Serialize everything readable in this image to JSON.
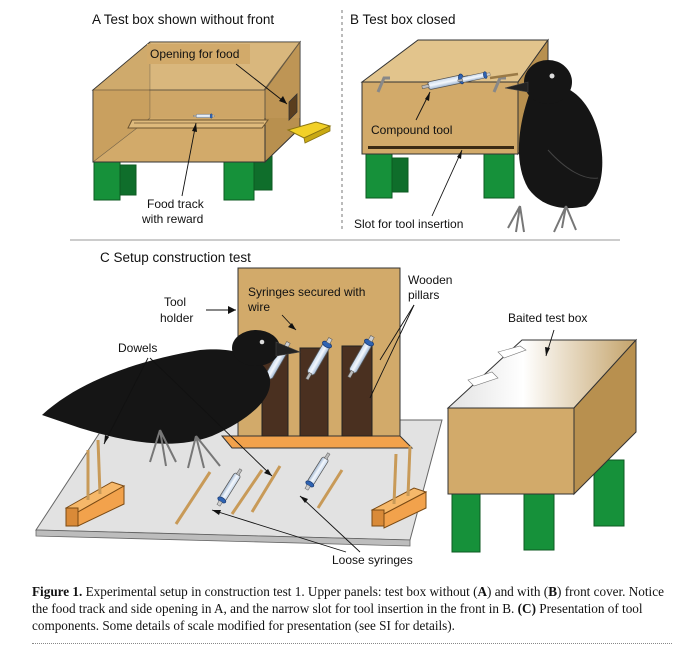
{
  "panels": {
    "a_title": "A Test box shown without front",
    "b_title": "B Test box closed",
    "c_title": "C Setup construction test"
  },
  "labels": {
    "opening_for_food": "Opening for food",
    "food_track_1": "Food track",
    "food_track_2": "with reward",
    "compound_tool": "Compound tool",
    "slot_for_tool": "Slot for tool insertion",
    "syringes_secured_1": "Syringes secured with",
    "syringes_secured_2": "wire",
    "wooden_pillars_1": "Wooden",
    "wooden_pillars_2": "pillars",
    "tool_holder_1": "Tool",
    "tool_holder_2": "holder",
    "baited_test_box": "Baited test box",
    "dowels": "Dowels",
    "loose_syringes": "Loose syringes"
  },
  "caption": {
    "fig_label": "Figure 1.",
    "t1": " Experimental setup in construction test 1. Upper panels: test box without (",
    "a": "A",
    "t2": ") and with (",
    "b": "B",
    "t3": ") front cover. Notice the food track and side opening in A, and the narrow slot for tool insertion in the front in B. ",
    "c": "(C)",
    "t4": " Presentation of tool components. Some details of scale modified for presentation (see SI for details)."
  },
  "colors": {
    "wood": "#d2aa6a",
    "wood_light": "#e2c48c",
    "wood_dark": "#b8904f",
    "pillar": "#4a3020",
    "green": "#16913a",
    "board": "#e2e2e2",
    "orange_block": "#f2a24c",
    "yellow": "#f2d027",
    "crow": "#151515"
  }
}
